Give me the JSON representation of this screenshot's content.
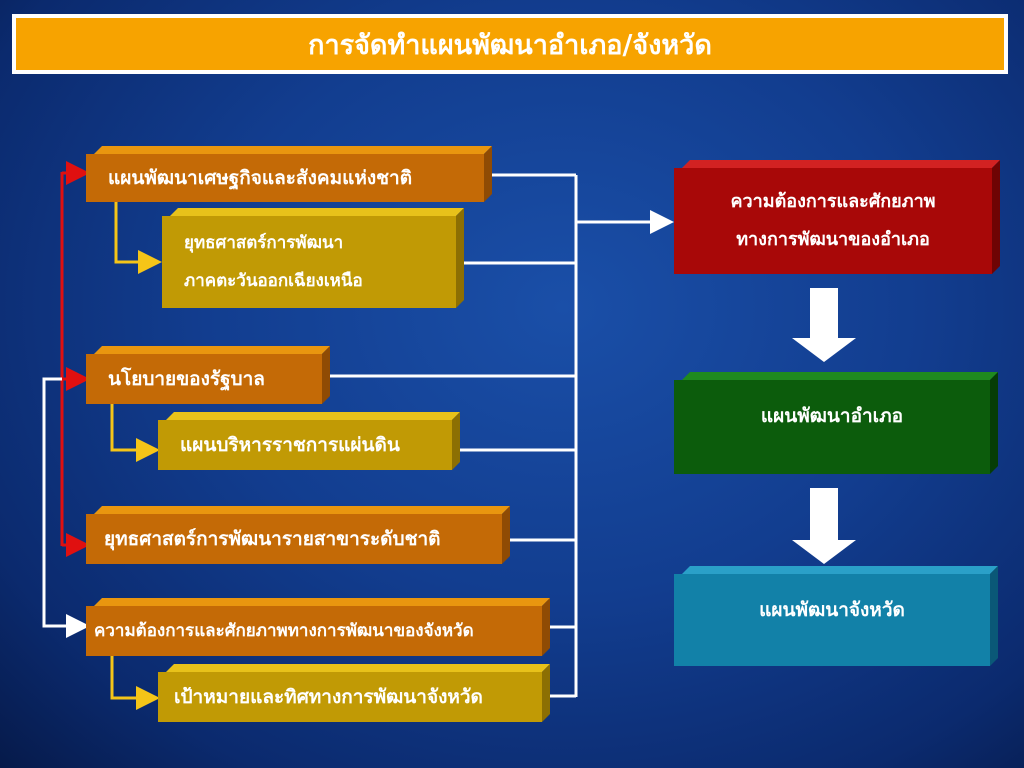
{
  "title": "การจัดทำแผนพัฒนาอำเภอ/จังหวัด",
  "left_boxes": {
    "national_plan": "แผนพัฒนาเศษฐกิจและสังคมแห่งชาติ",
    "regional_strategy_line1": "ยุทธศาสตร์การพัฒนา",
    "regional_strategy_line2": "ภาคตะวันออกเฉียงเหนือ",
    "gov_policy": "นโยบายของรัฐบาล",
    "state_admin_plan": "แผนบริหารราชการแผ่นดิน",
    "sector_strategy": "ยุทธศาสตร์การพัฒนารายสาขาระดับชาติ",
    "province_needs": "ความต้องการและศักยภาพทางการพัฒนาของจังหวัด",
    "province_goals": "เป้าหมายและทิศทางการพัฒนาจังหวัด"
  },
  "right_boxes": {
    "district_needs_line1": "ความต้องการและศักยภาพ",
    "district_needs_line2": "ทางการพัฒนาของอำเภอ",
    "district_plan": "แผนพัฒนาอำเภอ",
    "province_plan": "แผนพัฒนาจังหวัด"
  },
  "colors": {
    "background": "#123d8f",
    "title_bar": "#f7a300",
    "orange_box": "#c46a06",
    "gold_box": "#c19a05",
    "red_box": "#a80808",
    "green_box": "#0c5c0c",
    "teal_box": "#1281a8",
    "red_connector": "#e01010",
    "gold_connector": "#f5c518",
    "white_connector": "#ffffff"
  }
}
